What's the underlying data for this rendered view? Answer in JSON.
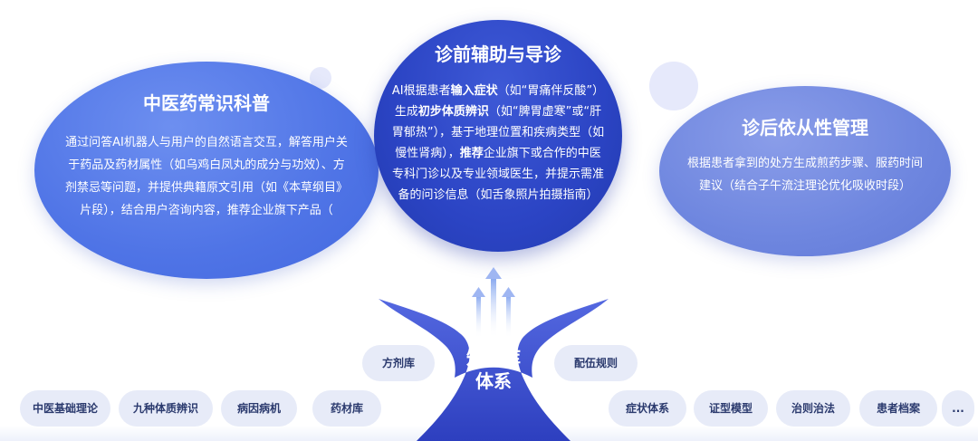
{
  "left_bubble": {
    "title": "中医药常识科普",
    "body": "通过问答AI机器人与用户的自然语言交互，解答用户关于药品及药材属性（如乌鸡白凤丸的成分与功效）、方剂禁忌等问题，并提供典籍原文引用（如《本草纲目》片段），结合用户咨询内容，推荐企业旗下产品（"
  },
  "center_bubble": {
    "title": "诊前辅助与导诊",
    "body_parts": [
      "AI根据患者",
      "输入症状",
      "（如“胃痛伴反酸”）生成",
      "初步体质辨识",
      "（如“脾胃虚寒”或“肝胃郁热”），基于地理位置和疾病类型（如慢性肾病），",
      "推荐",
      "企业旗下或合作的中医专科门诊以及专业领域医生，并提示需准备的问诊信息（如舌象照片拍摄指南）"
    ]
  },
  "right_bubble": {
    "title": "诊后依从性管理",
    "body": "根据患者拿到的处方生成煎药步骤、服药时间建议（结合子午流注理论优化吸收时段）"
  },
  "knowledge_base": {
    "label_line1": "知识库",
    "label_line2": "体系"
  },
  "pills": {
    "formula": "方剂库",
    "compatibility": "配伍规则",
    "basic_theory": "中医基础理论",
    "nine_constitutions": "九种体质辨识",
    "etiology": "病因病机",
    "herb_library": "药材库",
    "symptom_system": "症状体系",
    "syndrome_model": "证型模型",
    "treatment_method": "治则治法",
    "patient_records": "患者档案",
    "more": "..."
  },
  "colors": {
    "center": "#2b44c4",
    "left": "#4f74e6",
    "right": "#6e86df",
    "pill": "#e7ebf8",
    "tree": "#3a4fd0"
  }
}
